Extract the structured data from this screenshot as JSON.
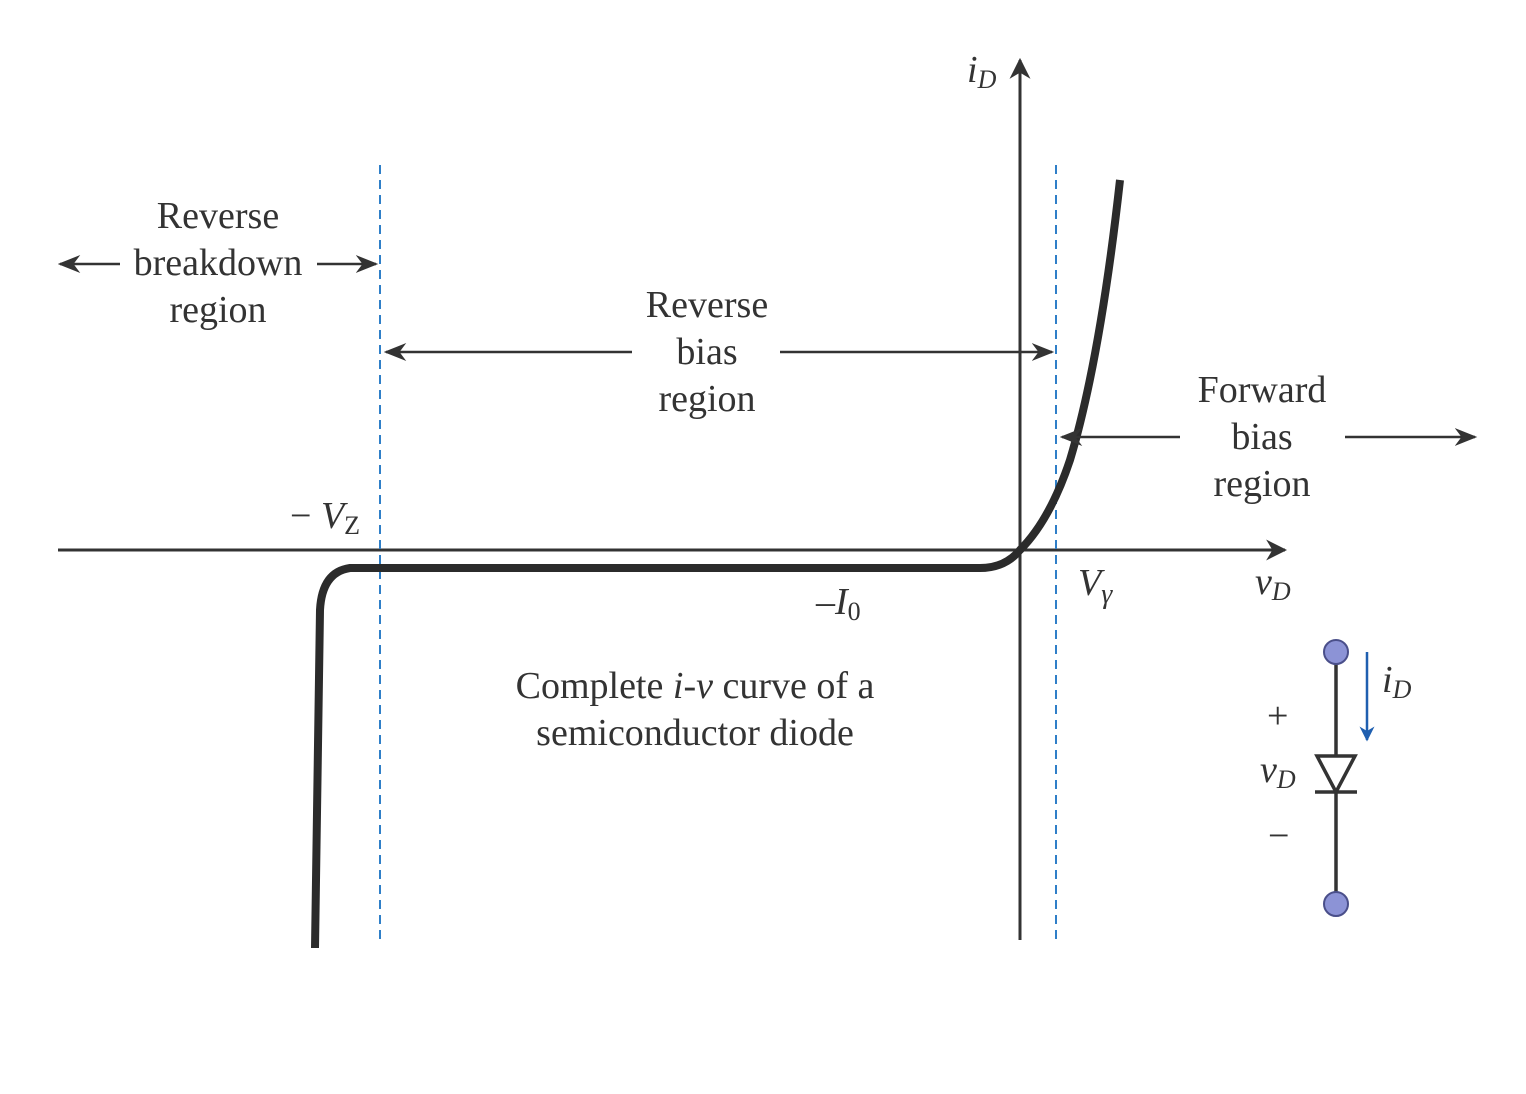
{
  "labels": {
    "id_axis": "i",
    "id_axis_sub": "D",
    "vd_axis": "v",
    "vd_axis_sub": "D",
    "vz_prefix": "− ",
    "vz_main": "V",
    "vz_sub": "Z",
    "vgamma_main": "V",
    "vgamma_sub": "γ",
    "i0_prefix": "–",
    "i0_main": "I",
    "i0_sub": "0"
  },
  "regions": {
    "breakdown": [
      "Reverse",
      "breakdown",
      "region"
    ],
    "reverse_bias": [
      "Reverse",
      "bias",
      "region"
    ],
    "forward_bias": [
      "Forward",
      "bias",
      "region"
    ]
  },
  "caption": {
    "line1_a": "Complete ",
    "line1_i": "i",
    "line1_dash": "-",
    "line1_v": "v",
    "line1_b": " curve of a",
    "line2": "semiconductor diode"
  },
  "circuit": {
    "current_label": "i",
    "current_label_sub": "D",
    "plus": "+",
    "minus": "−",
    "voltage_label": "v",
    "voltage_label_sub": "D"
  },
  "colors": {
    "curve": "#2b2b2b",
    "guide_lines": "#2f7fc8",
    "current_arrow": "#1f5fb0",
    "terminal_fill": "#8c93d6",
    "terminal_stroke": "#4a4f8a"
  }
}
